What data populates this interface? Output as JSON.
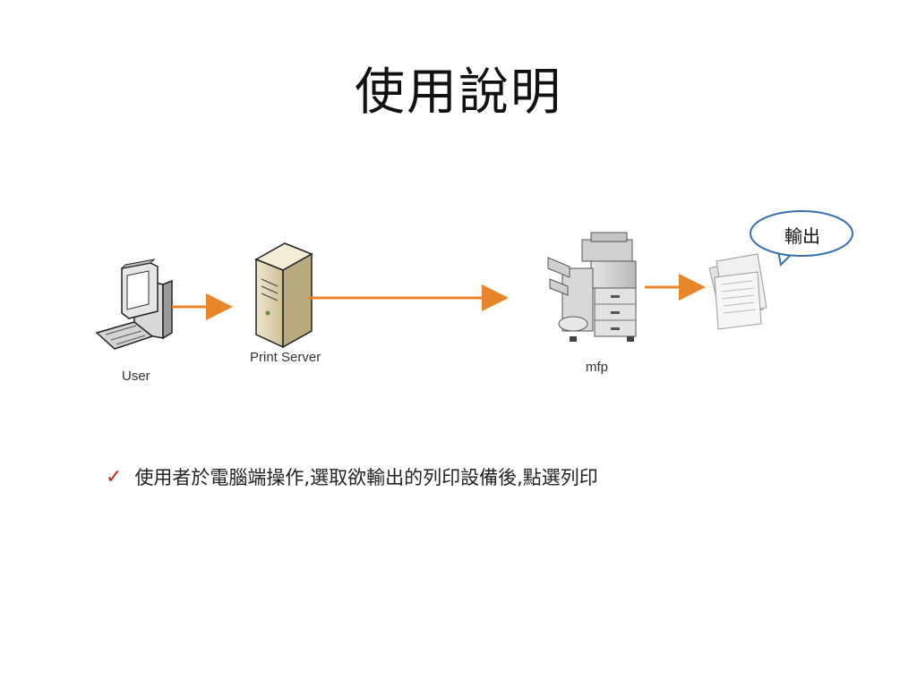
{
  "title": "使用說明",
  "nodes": {
    "user": "User",
    "print_server": "Print Server",
    "mfp": "mfp"
  },
  "callout": "輸出",
  "bullet": "使用者於電腦端操作,選取欲輸出的列印設備後,點選列印",
  "colors": {
    "arrow": "#e8852b",
    "check": "#d0202a",
    "callout_border": "#3a6fb0"
  }
}
